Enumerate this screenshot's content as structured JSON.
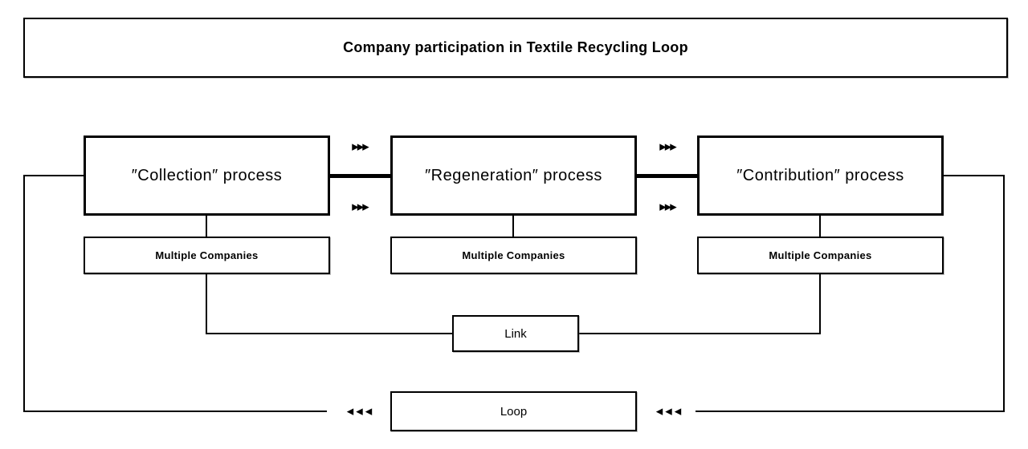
{
  "title": {
    "text": "Company participation in Textile Recycling Loop"
  },
  "processes": [
    {
      "label": "″Collection″ process",
      "companies_label": "Multiple Companies"
    },
    {
      "label": "″Regeneration″ process",
      "companies_label": "Multiple Companies"
    },
    {
      "label": "″Contribution″ process",
      "companies_label": "Multiple Companies"
    }
  ],
  "link": {
    "label": "Link"
  },
  "loop": {
    "label": "Loop"
  },
  "icons": {
    "triple_arrow_right": "▶▶▶",
    "triple_arrow_left": "◀◀◀"
  },
  "colors": {
    "ink": "#000000",
    "background": "#ffffff"
  }
}
